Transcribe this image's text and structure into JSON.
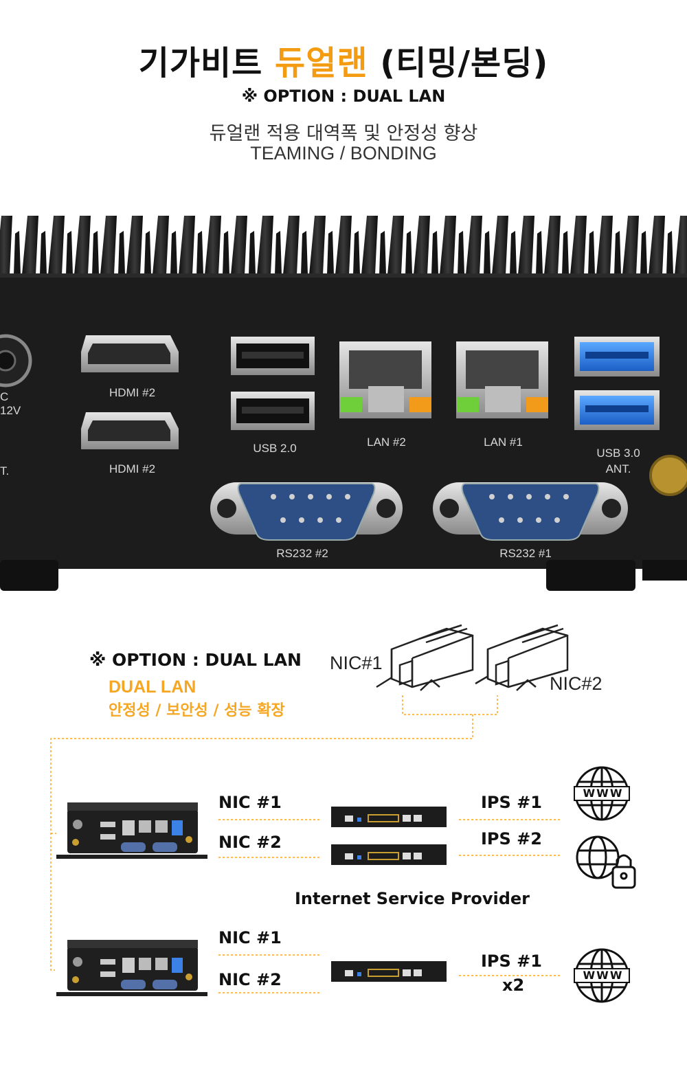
{
  "header": {
    "title_a": "기가비트 ",
    "title_b": "듀얼랜",
    "title_c": " (티밍/본딩)",
    "option_line": "※ OPTION : DUAL LAN",
    "subtitle_ko": "듀얼랜 적용 대역폭 및 안정성 향상",
    "subtitle_en": "TEAMING / BONDING"
  },
  "photo_labels": {
    "dc": "C 12V",
    "ant_left": "T.",
    "hdmi_top": "HDMI #2",
    "hdmi_bottom": "HDMI #2",
    "usb2": "USB 2.0",
    "lan2": "LAN #2",
    "lan1": "LAN #1",
    "usb3": "USB 3.0",
    "ant_right": "ANT.",
    "rs232_2": "RS232 #2",
    "rs232_1": "RS232 #1"
  },
  "diagram": {
    "option_line": "※ OPTION : DUAL LAN",
    "dual_lan": "DUAL LAN",
    "dual_lan_sub": "안정성  /  보안성  / 성능 확장",
    "nic1_top": "NIC#1",
    "nic2_top": "NIC#2",
    "row1": {
      "nic1": "NIC #1",
      "nic2": "NIC #2",
      "ips1": "IPS #1",
      "ips2": "IPS #2"
    },
    "isp": "Internet Service Provider",
    "row2": {
      "nic1": "NIC #1",
      "nic2": "NIC #2",
      "ips1": "IPS #1",
      "x2": "x2"
    },
    "www": "WWW"
  },
  "colors": {
    "accent": "#f5a623",
    "dark": "#1b1b1b"
  }
}
